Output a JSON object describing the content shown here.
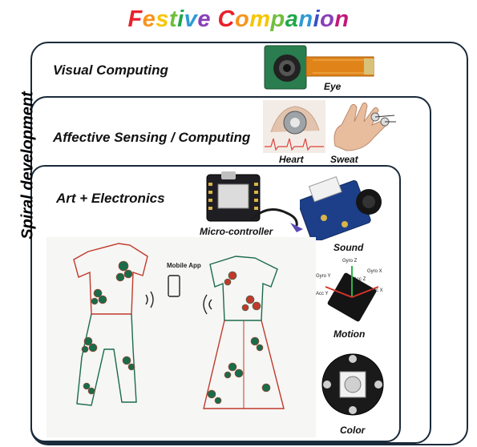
{
  "title": {
    "letters": [
      {
        "ch": "F",
        "color": "#e8212b"
      },
      {
        "ch": "e",
        "color": "#f7941d"
      },
      {
        "ch": "s",
        "color": "#f7c500"
      },
      {
        "ch": "t",
        "color": "#6fbf3c"
      },
      {
        "ch": "i",
        "color": "#1fa84a"
      },
      {
        "ch": "v",
        "color": "#2e9ad6"
      },
      {
        "ch": "e",
        "color": "#8a3fb8"
      },
      {
        "ch": " ",
        "color": "#ffffff"
      },
      {
        "ch": "C",
        "color": "#e8212b"
      },
      {
        "ch": "o",
        "color": "#f7941d"
      },
      {
        "ch": "m",
        "color": "#f7c500"
      },
      {
        "ch": "p",
        "color": "#6fbf3c"
      },
      {
        "ch": "a",
        "color": "#1fa84a"
      },
      {
        "ch": "n",
        "color": "#2e9ad6"
      },
      {
        "ch": "i",
        "color": "#3b4fc4"
      },
      {
        "ch": "o",
        "color": "#8a3fb8"
      },
      {
        "ch": "n",
        "color": "#c2187a"
      }
    ]
  },
  "side_label": "Spiral development",
  "layers": {
    "visual": "Visual Computing",
    "affective": "Affective Sensing / Computing",
    "art": "Art + Electronics"
  },
  "captions": {
    "eye": "Eye",
    "heart": "Heart",
    "sweat": "Sweat",
    "microcontroller": "Micro-controller",
    "sound": "Sound",
    "motion": "Motion",
    "color": "Color"
  },
  "sketch": {
    "mobile_app": "Mobile App"
  },
  "motion_axes": {
    "gyro_z": "Gyro Z",
    "gyro_x": "Gyro X",
    "gyro_y": "Gyro Y",
    "acc_z": "Acc Z",
    "acc_x": "Acc X",
    "acc_y": "Acc Y"
  },
  "colors": {
    "border": "#1a2a3a",
    "pcb_green": "#2d6e3a",
    "sketch_red": "#c0392b",
    "sketch_green": "#1a6b4a"
  }
}
